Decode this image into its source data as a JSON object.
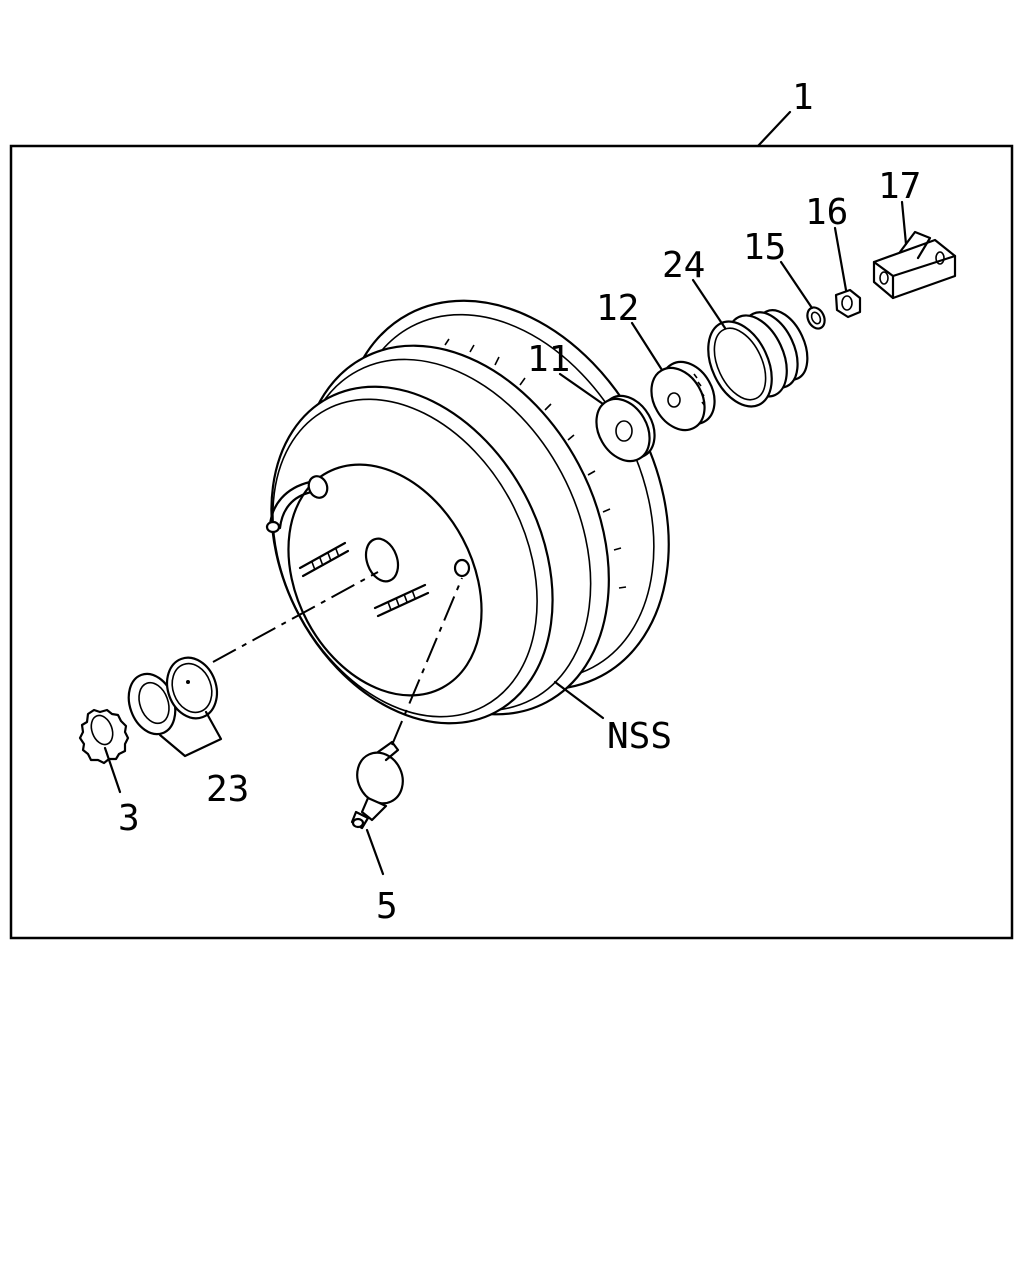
{
  "labels": {
    "assembly": "1",
    "lock_washer": "3",
    "valve": "5",
    "plate_washer": "11",
    "retainer": "12",
    "small_washer": "15",
    "nut": "16",
    "clevis": "17",
    "seal_kit": "23",
    "boot": "24",
    "booster": "NSS"
  },
  "colors": {
    "line": "#000000",
    "background": "#ffffff"
  }
}
